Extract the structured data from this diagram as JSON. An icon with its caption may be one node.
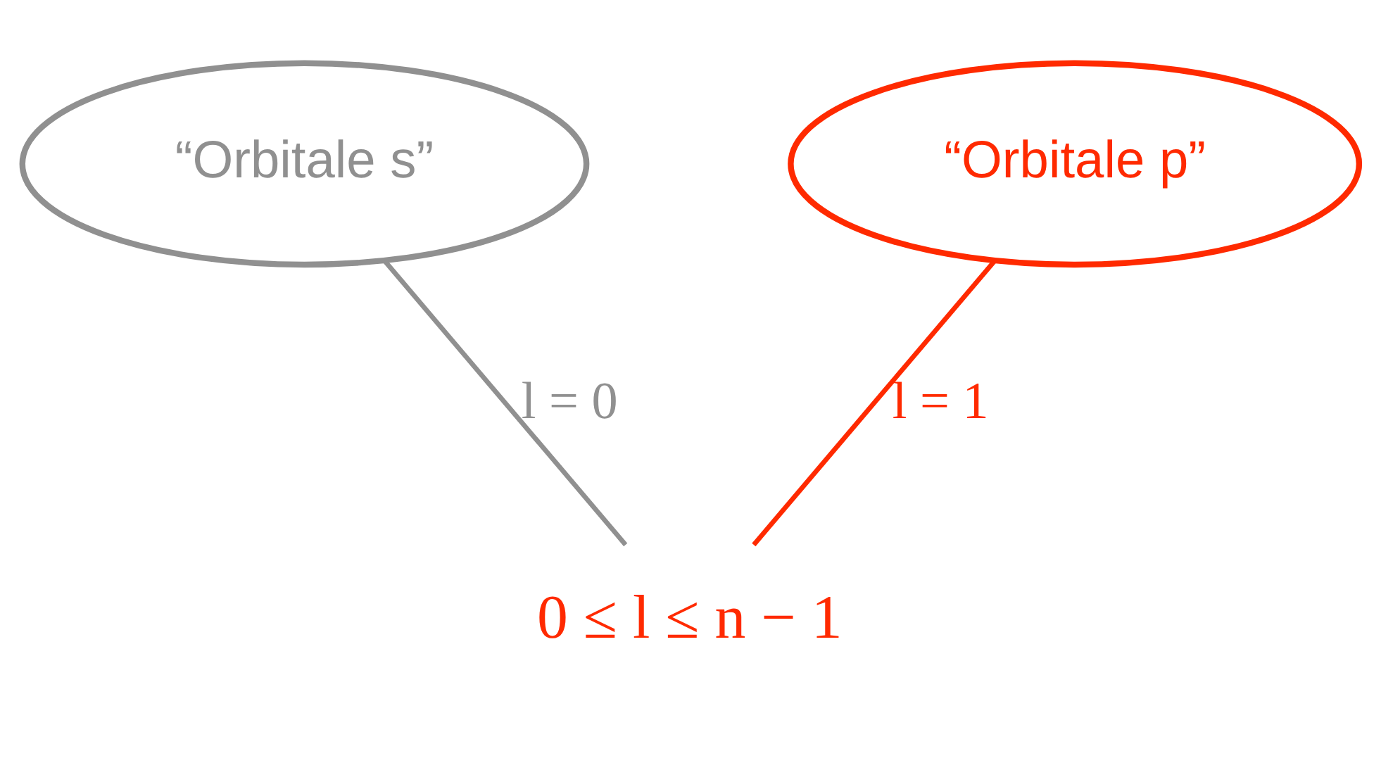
{
  "diagram": {
    "nodes": [
      {
        "text": [
          "“Orbitale s”"
        ]
      },
      {
        "text": [
          "“Orbitale p”"
        ]
      },
      {
        "text": [
          "0 ≤ l ≤ n − 1"
        ]
      }
    ],
    "edges": [
      {
        "from": 0,
        "to": 2,
        "arrow": "none",
        "label": "l = 0",
        "color": "#909090"
      },
      {
        "from": 1,
        "to": 2,
        "arrow": "none",
        "label": "l = 1",
        "color": "#ff2a00"
      }
    ]
  }
}
